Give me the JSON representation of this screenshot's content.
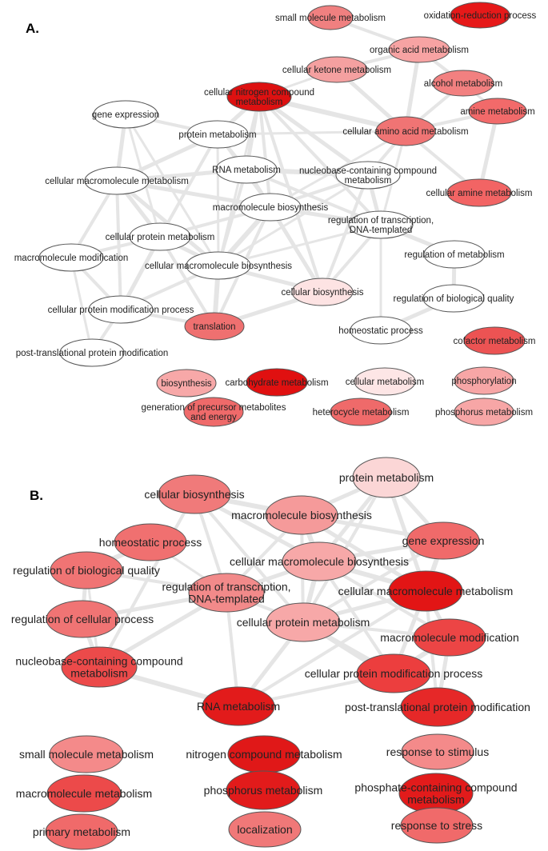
{
  "panels": [
    {
      "label": "A.",
      "nodes": [
        {
          "id": "a1",
          "lines": [
            "small molecule metabolism"
          ],
          "fill": "#f08080"
        },
        {
          "id": "a2",
          "lines": [
            "oxidation-reduction process"
          ],
          "fill": "#e61919"
        },
        {
          "id": "a3",
          "lines": [
            "organic acid metabolism"
          ],
          "fill": "#f7a3a3"
        },
        {
          "id": "a4",
          "lines": [
            "cellular ketone metabolism"
          ],
          "fill": "#f4a0a0"
        },
        {
          "id": "a5",
          "lines": [
            "alcohol metabolism"
          ],
          "fill": "#f28080"
        },
        {
          "id": "a6",
          "lines": [
            "cellular nitrogen compound",
            "metabolism"
          ],
          "fill": "#dd1111"
        },
        {
          "id": "a7",
          "lines": [
            "amine metabolism"
          ],
          "fill": "#f26a6a"
        },
        {
          "id": "a8",
          "lines": [
            "gene expression"
          ],
          "fill": "#ffffff"
        },
        {
          "id": "a9",
          "lines": [
            "protein metabolism"
          ],
          "fill": "#ffffff"
        },
        {
          "id": "a10",
          "lines": [
            "cellular amino acid metabolism"
          ],
          "fill": "#f07474"
        },
        {
          "id": "a11",
          "lines": [
            "RNA metabolism"
          ],
          "fill": "#ffffff"
        },
        {
          "id": "a12",
          "lines": [
            "nucleobase-containing compound",
            "metabolism"
          ],
          "fill": "#ffffff"
        },
        {
          "id": "a13",
          "lines": [
            "cellular macromolecule metabolism"
          ],
          "fill": "#ffffff"
        },
        {
          "id": "a14",
          "lines": [
            "cellular amine metabolism"
          ],
          "fill": "#f26464"
        },
        {
          "id": "a15",
          "lines": [
            "macromolecule biosynthesis"
          ],
          "fill": "#ffffff"
        },
        {
          "id": "a16",
          "lines": [
            "regulation of transcription,",
            "DNA-templated"
          ],
          "fill": "#ffffff"
        },
        {
          "id": "a17",
          "lines": [
            "cellular protein metabolism"
          ],
          "fill": "#ffffff"
        },
        {
          "id": "a18",
          "lines": [
            "macromolecule modification"
          ],
          "fill": "#ffffff"
        },
        {
          "id": "a19",
          "lines": [
            "cellular macromolecule biosynthesis"
          ],
          "fill": "#ffffff"
        },
        {
          "id": "a20",
          "lines": [
            "regulation of metabolism"
          ],
          "fill": "#ffffff"
        },
        {
          "id": "a21",
          "lines": [
            "cellular biosynthesis"
          ],
          "fill": "#fde3e3"
        },
        {
          "id": "a22",
          "lines": [
            "regulation of biological quality"
          ],
          "fill": "#ffffff"
        },
        {
          "id": "a23",
          "lines": [
            "cellular protein modification process"
          ],
          "fill": "#ffffff"
        },
        {
          "id": "a24",
          "lines": [
            "translation"
          ],
          "fill": "#ef7070"
        },
        {
          "id": "a25",
          "lines": [
            "homeostatic process"
          ],
          "fill": "#ffffff"
        },
        {
          "id": "a26",
          "lines": [
            "cofactor metabolism"
          ],
          "fill": "#ec5353"
        },
        {
          "id": "a27",
          "lines": [
            "post-translational protein modification"
          ],
          "fill": "#ffffff"
        },
        {
          "id": "a28",
          "lines": [
            "biosynthesis"
          ],
          "fill": "#f7a8a8"
        },
        {
          "id": "a29",
          "lines": [
            "carbohydrate metabolism"
          ],
          "fill": "#e01010"
        },
        {
          "id": "a30",
          "lines": [
            "cellular metabolism"
          ],
          "fill": "#fde6e6"
        },
        {
          "id": "a31",
          "lines": [
            "phosphorylation"
          ],
          "fill": "#f7a6a6"
        },
        {
          "id": "a32",
          "lines": [
            "generation of precursor metabolites",
            "and energy"
          ],
          "fill": "#ef6a6a"
        },
        {
          "id": "a33",
          "lines": [
            "heterocycle metabolism"
          ],
          "fill": "#ef6a6a"
        },
        {
          "id": "a34",
          "lines": [
            "phosphorus metabolism"
          ],
          "fill": "#f7a6a6"
        }
      ]
    },
    {
      "label": "B.",
      "nodes": [
        {
          "id": "b1",
          "lines": [
            "protein metabolism"
          ],
          "fill": "#fbd6d6"
        },
        {
          "id": "b2",
          "lines": [
            "cellular biosynthesis"
          ],
          "fill": "#f07a7a"
        },
        {
          "id": "b3",
          "lines": [
            "macromolecule biosynthesis"
          ],
          "fill": "#f59a9a"
        },
        {
          "id": "b4",
          "lines": [
            "gene expression"
          ],
          "fill": "#f06a6a"
        },
        {
          "id": "b5",
          "lines": [
            "homeostatic process"
          ],
          "fill": "#f07070"
        },
        {
          "id": "b6",
          "lines": [
            "cellular macromolecule biosynthesis"
          ],
          "fill": "#f7a8a8"
        },
        {
          "id": "b7",
          "lines": [
            "regulation of biological quality"
          ],
          "fill": "#f07474"
        },
        {
          "id": "b8",
          "lines": [
            "regulation of transcription,",
            "DNA-templated"
          ],
          "fill": "#f28a8a"
        },
        {
          "id": "b9",
          "lines": [
            "cellular macromolecule metabolism"
          ],
          "fill": "#e21515"
        },
        {
          "id": "b10",
          "lines": [
            "regulation of cellular process"
          ],
          "fill": "#f07474"
        },
        {
          "id": "b11",
          "lines": [
            "cellular protein metabolism"
          ],
          "fill": "#f7a8a8"
        },
        {
          "id": "b12",
          "lines": [
            "macromolecule modification"
          ],
          "fill": "#ec4545"
        },
        {
          "id": "b13",
          "lines": [
            "nucleobase-containing compound",
            "metabolism"
          ],
          "fill": "#ec4a4a"
        },
        {
          "id": "b14",
          "lines": [
            "cellular protein modification process"
          ],
          "fill": "#ec3e3e"
        },
        {
          "id": "b15",
          "lines": [
            "RNA metabolism"
          ],
          "fill": "#e21b1b"
        },
        {
          "id": "b16",
          "lines": [
            "post-translational protein modification"
          ],
          "fill": "#e62828"
        },
        {
          "id": "b17",
          "lines": [
            "small molecule metabolism"
          ],
          "fill": "#f48a8a"
        },
        {
          "id": "b18",
          "lines": [
            "nitrogen compound metabolism"
          ],
          "fill": "#e01818"
        },
        {
          "id": "b19",
          "lines": [
            "response to stimulus"
          ],
          "fill": "#f48a8a"
        },
        {
          "id": "b20",
          "lines": [
            "phosphate-containing compound",
            "metabolism"
          ],
          "fill": "#e21b1b"
        },
        {
          "id": "b21",
          "lines": [
            "macromolecule metabolism"
          ],
          "fill": "#ec4a4a"
        },
        {
          "id": "b22",
          "lines": [
            "phosphorus metabolism"
          ],
          "fill": "#e21b1b"
        },
        {
          "id": "b23",
          "lines": [
            "primary metabolism"
          ],
          "fill": "#f06a6a"
        },
        {
          "id": "b24",
          "lines": [
            "localization"
          ],
          "fill": "#f07878"
        },
        {
          "id": "b25",
          "lines": [
            "response to stress"
          ],
          "fill": "#f06a6a"
        }
      ]
    }
  ]
}
